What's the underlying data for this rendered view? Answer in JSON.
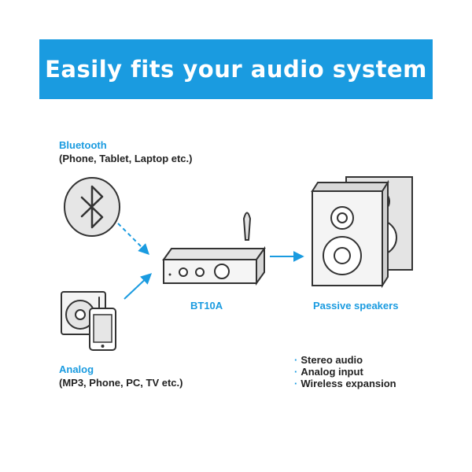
{
  "banner": {
    "title": "Easily fits your audio system"
  },
  "bluetooth": {
    "heading": "Bluetooth",
    "subtitle": "(Phone, Tablet, Laptop etc.)"
  },
  "analog": {
    "heading": "Analog",
    "subtitle": "(MP3, Phone, PC, TV etc.)"
  },
  "device": {
    "label": "BT10A"
  },
  "speakers": {
    "label": "Passive speakers"
  },
  "features": {
    "bullet": "·",
    "items": [
      "Stereo audio",
      "Analog input",
      "Wireless expansion"
    ]
  },
  "colors": {
    "accent": "#1a9be0",
    "outline": "#333333",
    "fill": "#e8e8e8"
  },
  "icons": [
    "bluetooth-icon",
    "turntable-icon",
    "phone-icon",
    "amplifier-icon",
    "speaker-icon"
  ]
}
